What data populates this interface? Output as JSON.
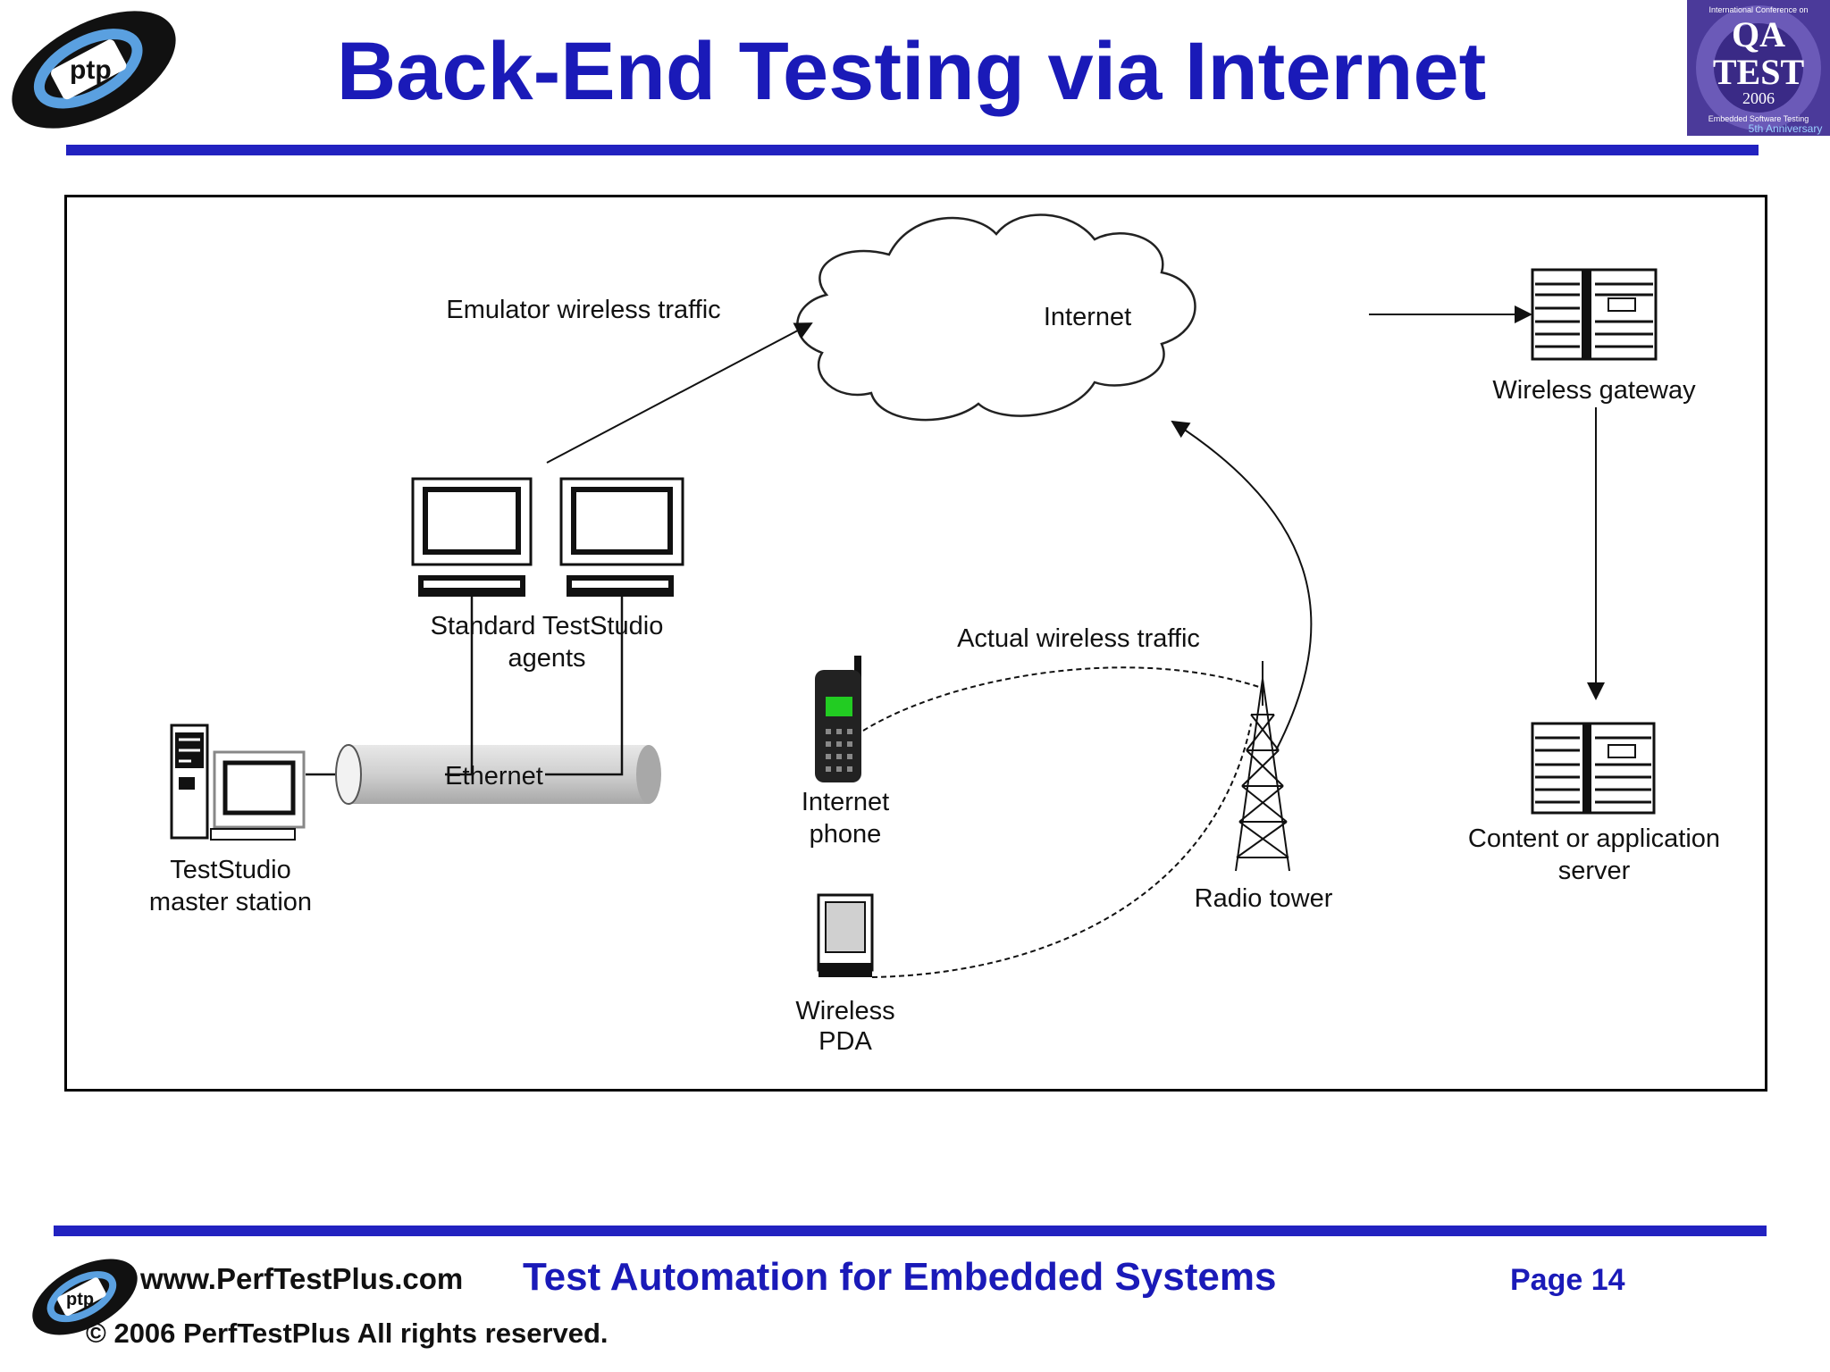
{
  "header": {
    "title": "Back-End Testing via Internet"
  },
  "logo": {
    "text": "ptp"
  },
  "badge": {
    "line1": "QA",
    "line2": "TEST",
    "year": "2006",
    "ring_top": "International Conference on",
    "ring_bottom": "Embedded Software Testing",
    "anniversary": "5th Anniversary"
  },
  "diagram": {
    "labels": {
      "emulator_traffic": "Emulator wireless traffic",
      "internet": "Internet",
      "wireless_gateway": "Wireless gateway",
      "agents_line1": "Standard TestStudio",
      "agents_line2": "agents",
      "actual_traffic": "Actual wireless traffic",
      "ethernet": "Ethernet",
      "phone_line1": "Internet",
      "phone_line2": "phone",
      "master_line1": "TestStudio",
      "master_line2": "master station",
      "radio_tower": "Radio tower",
      "server_line1": "Content or application",
      "server_line2": "server",
      "pda_line1": "Wireless",
      "pda_line2": "PDA"
    }
  },
  "footer": {
    "url": "www.PerfTestPlus.com",
    "copyright": "© 2006 PerfTestPlus All rights reserved.",
    "center": "Test Automation for Embedded Systems",
    "page": "Page 14"
  },
  "colors": {
    "title_blue": "#1a1ab8",
    "rule_blue": "#2222c0",
    "badge_purple": "#4b3a9a"
  }
}
